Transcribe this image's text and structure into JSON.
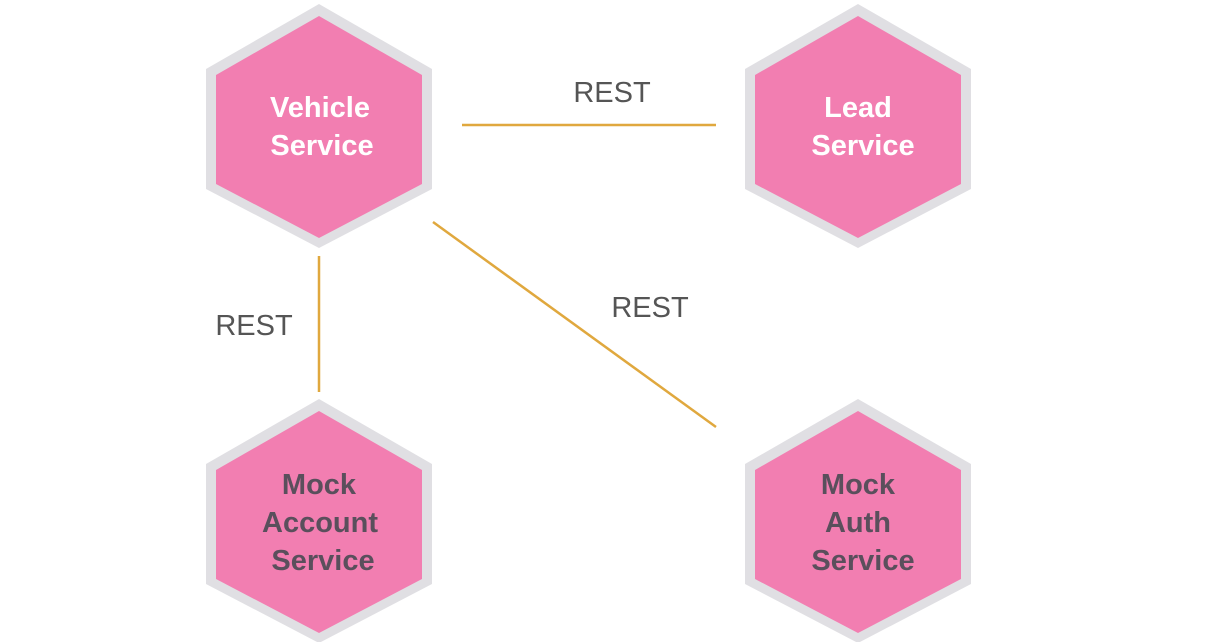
{
  "nodes": [
    {
      "id": "vehicle",
      "lines": [
        "Vehicle",
        "Service"
      ],
      "label_color": "#ffffff"
    },
    {
      "id": "lead",
      "lines": [
        "Lead",
        "Service"
      ],
      "label_color": "#ffffff"
    },
    {
      "id": "account",
      "lines": [
        "Mock",
        "Account",
        "Service"
      ],
      "label_color": "#5a4f5c"
    },
    {
      "id": "auth",
      "lines": [
        "Mock",
        "Auth",
        "Service"
      ],
      "label_color": "#5a4f5c"
    }
  ],
  "edges": [
    {
      "from": "vehicle",
      "to": "lead",
      "label": "REST"
    },
    {
      "from": "vehicle",
      "to": "account",
      "label": "REST"
    },
    {
      "from": "vehicle",
      "to": "auth",
      "label": "REST"
    }
  ],
  "colors": {
    "hex_fill": "#f27eb1",
    "hex_border": "#e0dfe3",
    "edge_line": "#e0a83e",
    "edge_label": "#555555"
  }
}
